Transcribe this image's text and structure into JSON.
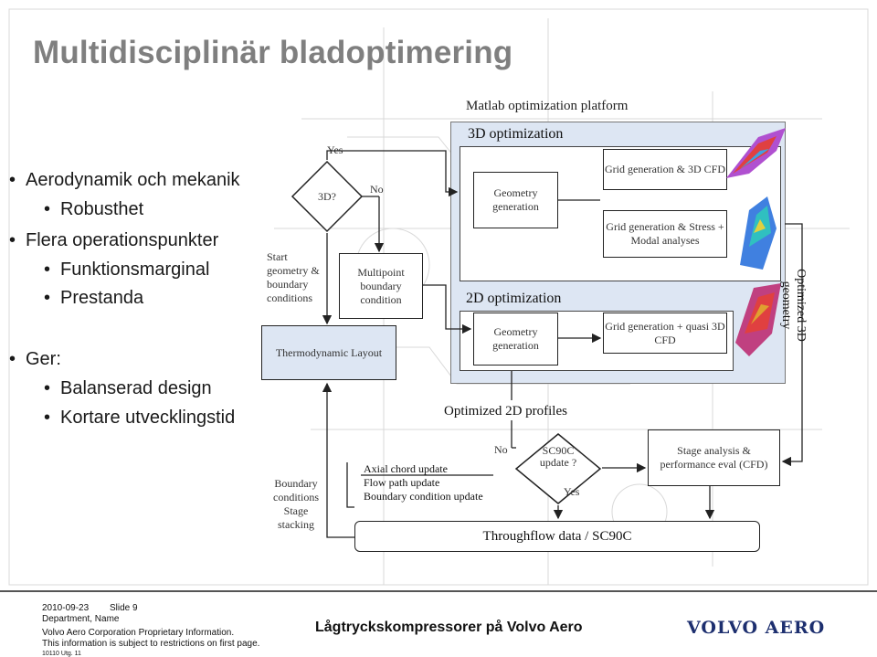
{
  "title": "Multidisciplinär bladoptimering",
  "bullets": [
    {
      "text": "Aerodynamik och mekanik",
      "level": 1
    },
    {
      "text": "Robusthet",
      "level": 2
    },
    {
      "text": "Flera operationspunkter",
      "level": 1
    },
    {
      "text": "Funktionsmarginal",
      "level": 2
    },
    {
      "text": "Prestanda",
      "level": 2
    },
    {
      "text": "Ger:",
      "level": 1
    },
    {
      "text": "Balanserad design",
      "level": 2
    },
    {
      "text": "Kortare utvecklingstid",
      "level": 2
    }
  ],
  "diagram": {
    "matlab": "Matlab optimization platform",
    "opt3d": "3D optimization",
    "opt2d": "2D optimization",
    "yes_top": "Yes",
    "q3d": "3D?",
    "no_top": "No",
    "start": "Start geometry & boundary conditions",
    "multipoint": "Multipoint boundary condition",
    "thermo": "Thermodynamic Layout",
    "geom3d": "Geometry generation",
    "geom2d": "Geometry generation",
    "grid_cfd": "Grid generation & 3D CFD",
    "grid_stress": "Grid generation & Stress + Modal analyses",
    "grid_quasi": "Grid generation + quasi 3D CFD",
    "optimized3d": "Optimized 3D geometry",
    "optimized2d": "Optimized 2D profiles",
    "axial": "Axial chord update",
    "flowpath": "Flow path update",
    "bcupdate": "Boundary condition update",
    "no_mid": "No",
    "sc90c_q": "SC90C update ?",
    "yes_mid": "Yes",
    "stage": "Stage analysis & performance eval (CFD)",
    "boundary": "Boundary conditions Stage stacking",
    "throughflow": "Throughflow data / SC90C"
  },
  "footer": {
    "date": "2010-09-23",
    "slide": "Slide 9",
    "dept": "Department, Name",
    "info1": "Volvo Aero Corporation Proprietary Information.",
    "info2": "This information is subject to restrictions on first page.",
    "code": "10110 Utg. 11",
    "center": "Lågtryckskompressorer på Volvo Aero",
    "logo": "VOLVO AERO"
  },
  "colors": {
    "title": "#7f7f7f",
    "panel": "#dde6f3",
    "logo": "#1d2f6f"
  }
}
